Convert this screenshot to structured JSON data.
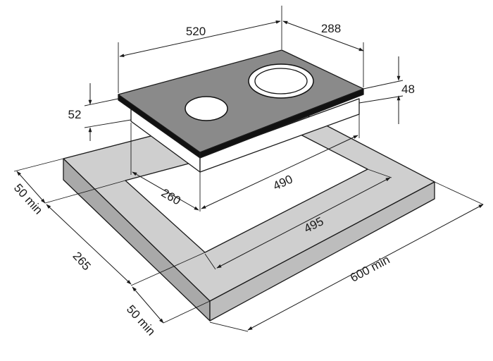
{
  "dimensions": {
    "width_top": "520",
    "depth_top": "288",
    "glass_thickness": "48",
    "body_height": "52",
    "cutout_width": "490",
    "cutout_depth": "260",
    "counter_clearance": "495",
    "front_margin": "50 min",
    "left_margin": "50 min",
    "side_depth": "265",
    "countertop_depth": "600 min"
  },
  "colors": {
    "glass": "#8a8a8a",
    "counter_top": "#cfcfcf",
    "counter_front": "#a9a9a9",
    "counter_side": "#bdbdbd",
    "body": "#ffffff",
    "line": "#1a1a1a"
  }
}
